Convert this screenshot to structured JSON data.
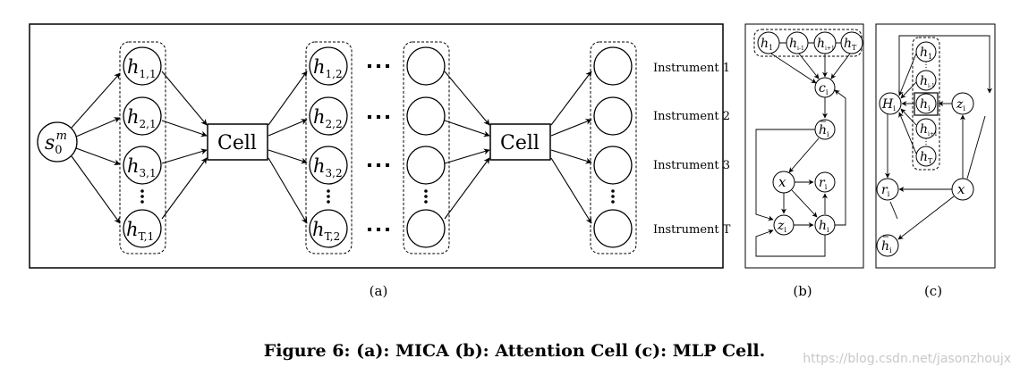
{
  "panel_a": {
    "label": "(a)",
    "input_node": {
      "base": "s",
      "sub": "0",
      "sup": "m"
    },
    "col1": [
      {
        "base": "h",
        "sub": "1,1"
      },
      {
        "base": "h",
        "sub": "2,1"
      },
      {
        "base": "h",
        "sub": "3,1"
      },
      {
        "base": "h",
        "sub": "T,1"
      }
    ],
    "cell1": "Cell",
    "col2": [
      {
        "base": "h",
        "sub": "1,2"
      },
      {
        "base": "h",
        "sub": "2,2"
      },
      {
        "base": "h",
        "sub": "3,2"
      },
      {
        "base": "h",
        "sub": "T,2"
      }
    ],
    "cell2": "Cell",
    "instruments": [
      "Instrument 1",
      "Instrument 2",
      "Instrument 3",
      "Instrument T"
    ]
  },
  "panel_b": {
    "label": "(b)",
    "top_nodes": [
      {
        "base": "h",
        "sub": "1"
      },
      {
        "base": "h",
        "sub": "i-1"
      },
      {
        "base": "h",
        "sub": "i+1"
      },
      {
        "base": "h",
        "sub": "T"
      }
    ],
    "c_node": {
      "base": "c",
      "sub": "i"
    },
    "hbar_node": {
      "base": "h",
      "sub": "i"
    },
    "x_node": "x",
    "r_node": {
      "base": "r",
      "sub": "i"
    },
    "z_node": {
      "base": "z",
      "sub": "i"
    },
    "h_node": {
      "base": "h",
      "sub": "i"
    }
  },
  "panel_c": {
    "label": "(c)",
    "stack": [
      {
        "base": "h",
        "sub": "1"
      },
      {
        "base": "h",
        "sub": "i-1"
      },
      {
        "base": "h",
        "sub": "i"
      },
      {
        "base": "h",
        "sub": "i+1"
      },
      {
        "base": "h",
        "sub": "T"
      }
    ],
    "H_node": {
      "base": "H",
      "sub": "i"
    },
    "z_node": {
      "base": "z",
      "sub": "i"
    },
    "r_node": {
      "base": "r",
      "sub": "i"
    },
    "x_node": "x",
    "hbar_node": {
      "base": "h",
      "sub": "i"
    }
  },
  "caption": "Figure 6: (a): MICA (b): Attention Cell (c): MLP Cell.",
  "watermark": "https://blog.csdn.net/jasonzhoujx"
}
